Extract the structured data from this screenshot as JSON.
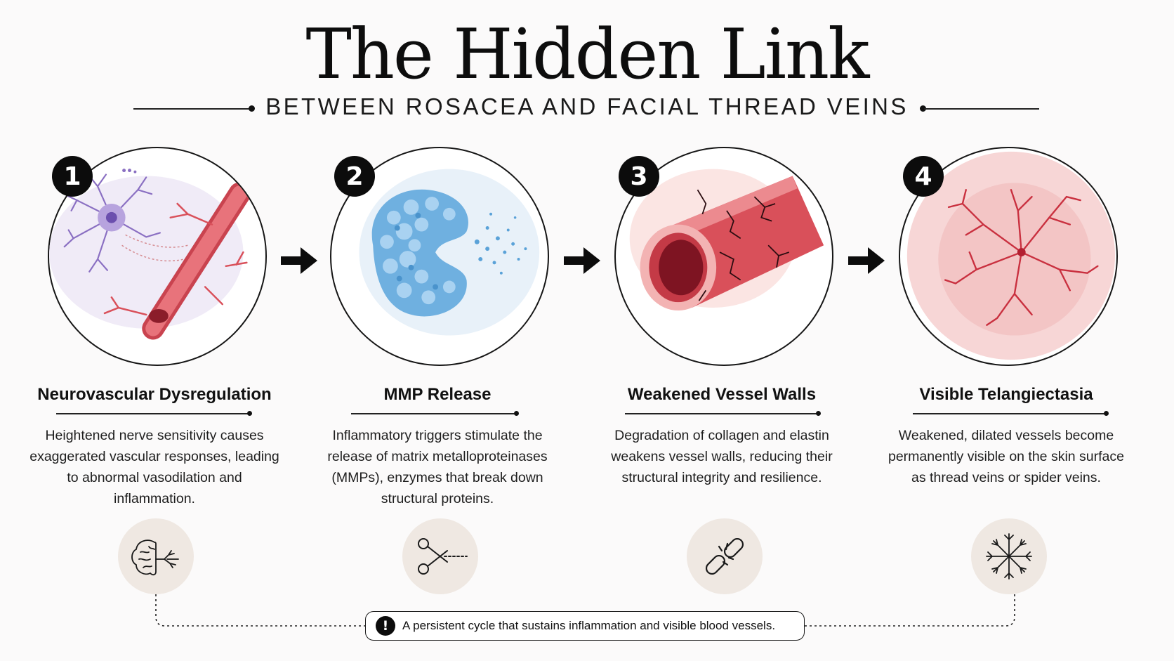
{
  "header": {
    "title": "The Hidden Link",
    "subtitle": "BETWEEN ROSACEA AND FACIAL THREAD VEINS"
  },
  "steps": [
    {
      "number": "1",
      "title": "Neurovascular Dysregulation",
      "description": "Heightened nerve sensitivity causes exaggerated vascular responses, leading to abnormal vasodilation and inflammation.",
      "illustration": "neuron-and-blood-vessel",
      "icon": "brain-nerve-icon"
    },
    {
      "number": "2",
      "title": "MMP Release",
      "description": "Inflammatory triggers stimulate the release of matrix metalloproteinases (MMPs), enzymes that break down structural proteins.",
      "illustration": "mmp-enzyme",
      "icon": "scissors-icon"
    },
    {
      "number": "3",
      "title": "Weakened Vessel Walls",
      "description": "Degradation of collagen and elastin weakens vessel walls, reducing their structural integrity and resilience.",
      "illustration": "cracked-vessel",
      "icon": "broken-link-icon"
    },
    {
      "number": "4",
      "title": "Visible Telangiectasia",
      "description": "Weakened, dilated vessels become permanently visible on the skin surface as thread veins or spider veins.",
      "illustration": "spider-veins-on-skin",
      "icon": "spider-vein-icon"
    }
  ],
  "callout": {
    "icon": "alert-icon",
    "text": "A persistent cycle that sustains inflammation and visible blood vessels."
  },
  "colors": {
    "ink": "#111111",
    "vessel_red": "#d9505a",
    "neuron_purple": "#8a6fc2",
    "enzyme_blue": "#5aa2d8",
    "icon_bg": "#efe8e2"
  }
}
